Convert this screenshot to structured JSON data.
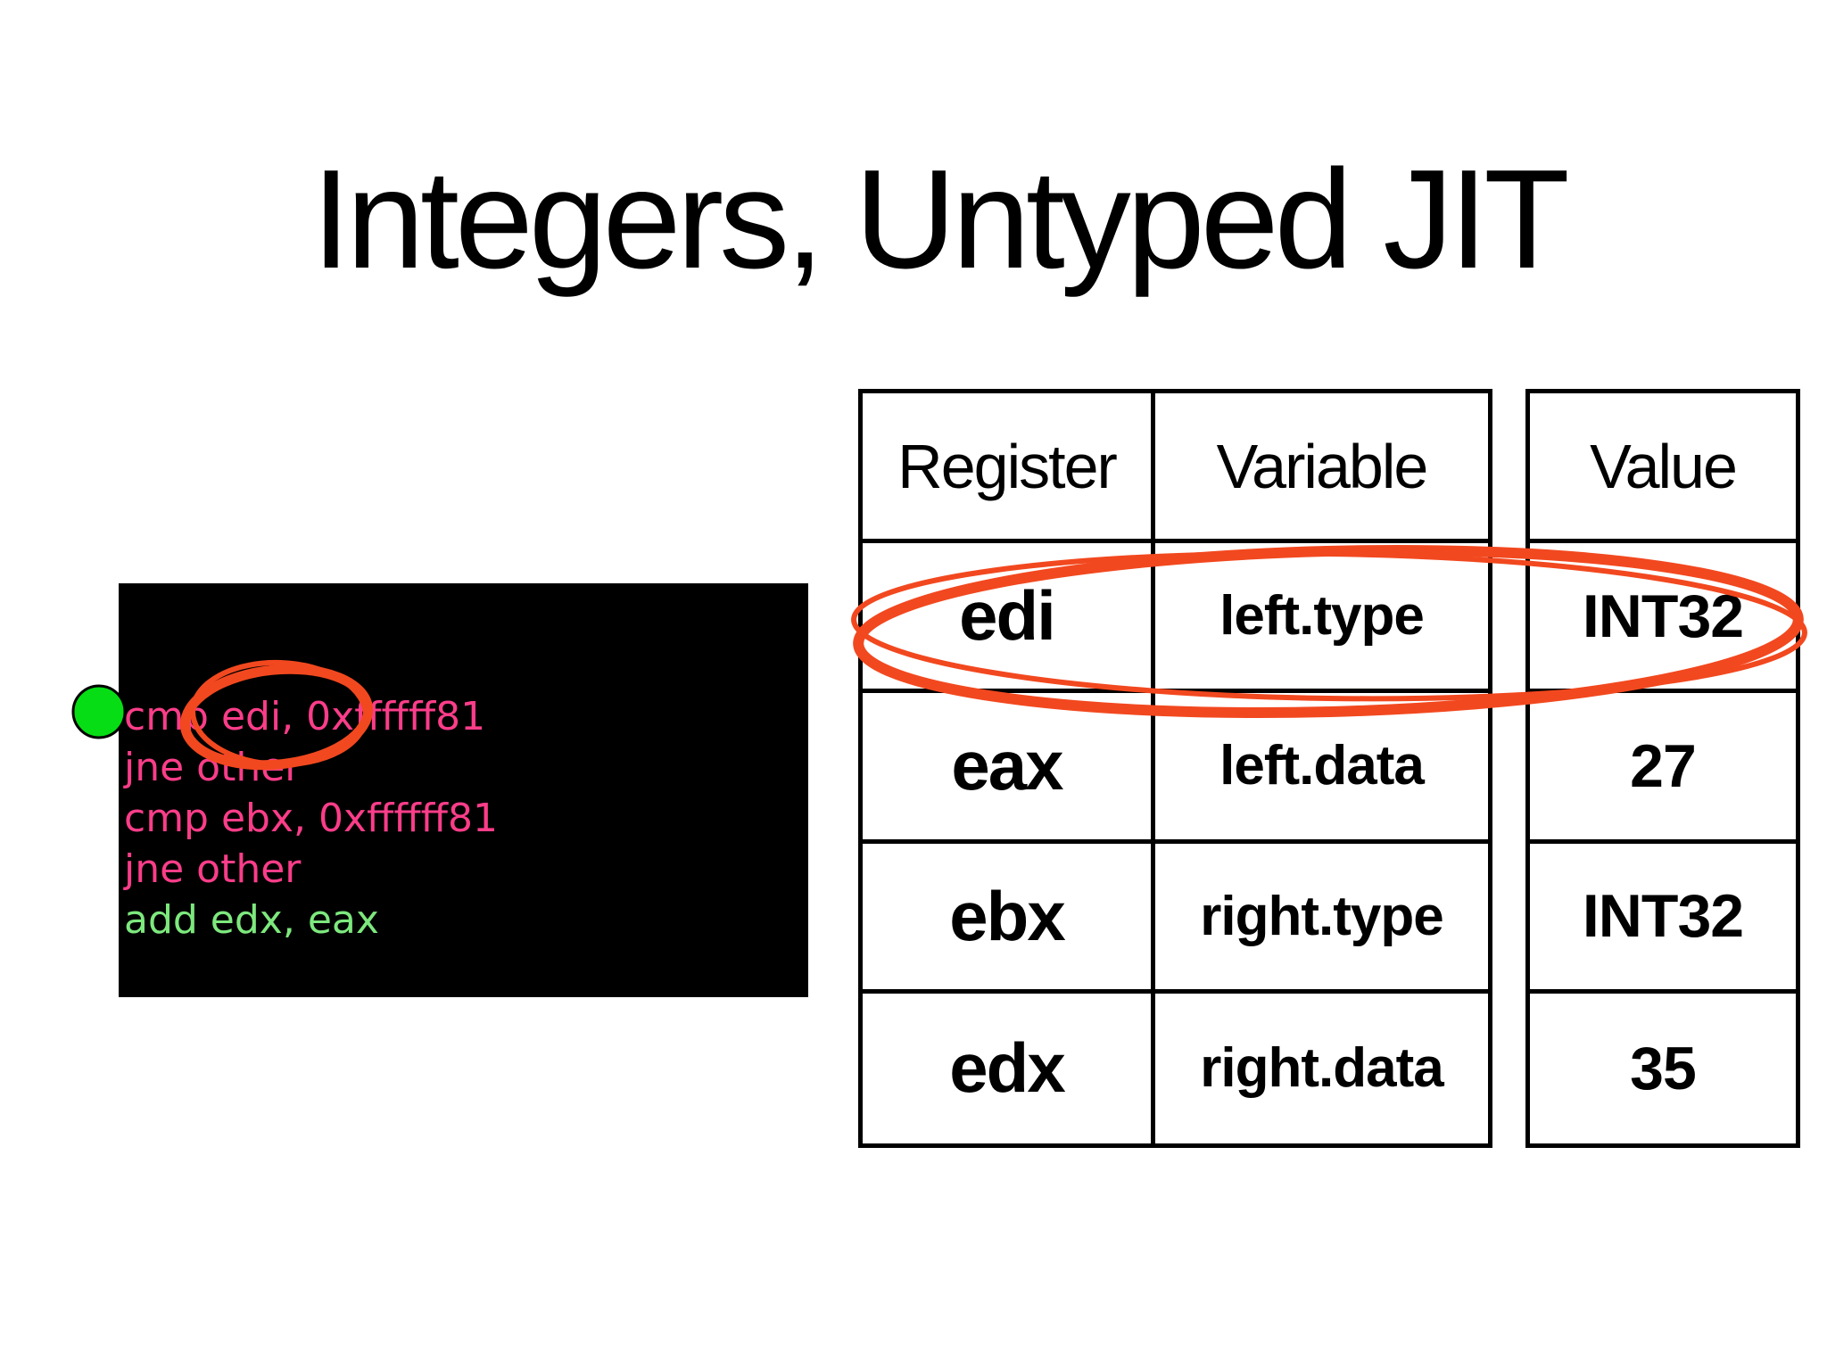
{
  "slide": {
    "title": "Integers, Untyped JIT"
  },
  "colors": {
    "code_background": "#000000",
    "code_pink": "#fb3d89",
    "code_green": "#7de87d",
    "annotation_red": "#f2481f",
    "marker_green": "#06dd15",
    "table_border": "#000000",
    "text_black": "#000000"
  },
  "code": {
    "lines": [
      {
        "text": "cmp edi, 0xffffff81",
        "color": "pink"
      },
      {
        "text": "jne other",
        "color": "pink"
      },
      {
        "text": "cmp ebx, 0xffffff81",
        "color": "pink"
      },
      {
        "text": "jne other",
        "color": "pink"
      },
      {
        "text": "add edx, eax",
        "color": "green"
      }
    ]
  },
  "tables": {
    "main": {
      "headers": {
        "register": "Register",
        "variable": "Variable"
      },
      "rows": [
        {
          "register": "edi",
          "variable": "left.type",
          "value": "INT32"
        },
        {
          "register": "eax",
          "variable": "left.data",
          "value": "27"
        },
        {
          "register": "ebx",
          "variable": "right.type",
          "value": "INT32"
        },
        {
          "register": "edx",
          "variable": "right.data",
          "value": "35"
        }
      ]
    },
    "value": {
      "header": "Value"
    }
  },
  "annotations": {
    "row_highlight": "hand-drawn red ellipse around edi / left.type / INT32 row",
    "code_highlight": "hand-drawn red ellipse around 'p edi,' in first code line",
    "marker": "green dot at left edge of code block"
  }
}
